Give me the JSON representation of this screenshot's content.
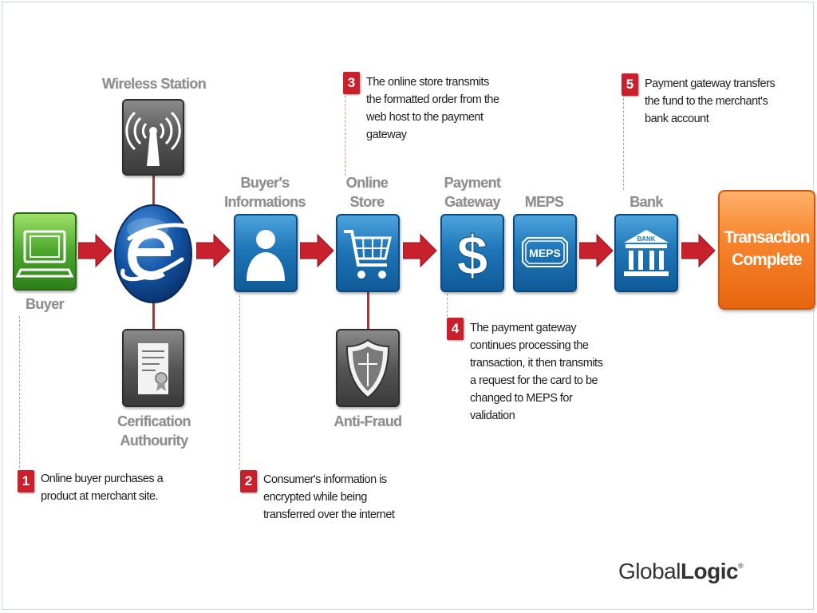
{
  "nodes": {
    "wireless": "Wireless Station",
    "buyer": "Buyer",
    "certification_1": "Cerification",
    "certification_2": "Authourity",
    "buyer_info_1": "Buyer's",
    "buyer_info_2": "Informations",
    "online_store_1": "Online",
    "online_store_2": "Store",
    "anti_fraud": "Anti-Fraud",
    "gateway_1": "Payment",
    "gateway_2": "Gateway",
    "meps": "MEPS",
    "bank": "Bank",
    "complete_1": "Transaction",
    "complete_2": "Complete"
  },
  "icons": {
    "meps_tile_text": "MEPS",
    "bank_tile_text": "BANK"
  },
  "steps": [
    {
      "num": "1",
      "lines": [
        "Online buyer purchases a",
        "product at merchant site."
      ]
    },
    {
      "num": "2",
      "lines": [
        "Consumer's information is",
        "encrypted while being",
        "transferred over the internet"
      ]
    },
    {
      "num": "3",
      "lines": [
        "The online store transmits",
        "the formatted order from the",
        "web host to the payment",
        "gateway"
      ]
    },
    {
      "num": "4",
      "lines": [
        "The payment gateway",
        "continues processing the",
        "transaction, it then transmits",
        "a request for the card to be",
        "changed to MEPS for",
        "validation"
      ]
    },
    {
      "num": "5",
      "lines": [
        "Payment gateway transfers",
        "the fund to the merchant's",
        "bank account"
      ]
    }
  ],
  "brand": {
    "part1": "Global",
    "part2": "Logic",
    "mark": "®"
  },
  "colors": {
    "arrow": "#c8202c",
    "badge": "#c8202c",
    "tile_blue": "#1f76b8",
    "complete": "#f7862e"
  }
}
